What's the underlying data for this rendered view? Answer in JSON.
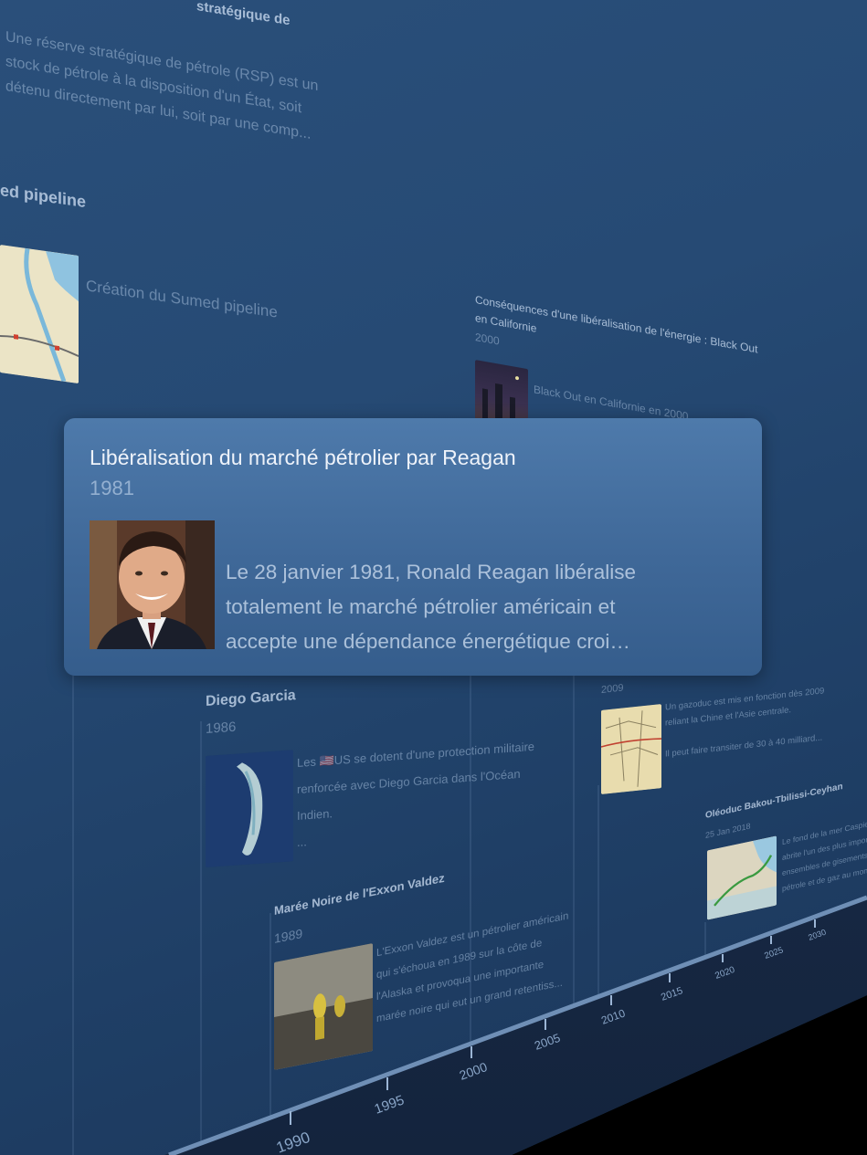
{
  "events": {
    "rsp": {
      "title": "stratégique de",
      "desc_lines": [
        "Une réserve stratégique de pétrole (RSP) est un",
        "stock de pétrole à la disposition d'un État, soit",
        "détenu directement par lui, soit par une comp..."
      ]
    },
    "sumed": {
      "title": "ed pipeline",
      "desc": "Création du Sumed pipeline"
    },
    "california": {
      "title_lines": [
        "Conséquences d'une libéralisation de l'énergie : Black Out",
        "en Californie"
      ],
      "date": "2000",
      "desc": "Black Out en Californie en 2000"
    },
    "diego": {
      "title": "Diego Garcia",
      "date": "1986",
      "desc_lines": [
        "Les 🇺🇸US se dotent d'une protection militaire",
        "renforcée avec Diego Garcia dans l'Océan",
        "Indien.",
        "..."
      ]
    },
    "exxon": {
      "title": "Marée Noire de l'Exxon Valdez",
      "date": "1989",
      "desc_lines": [
        "L'Exxon Valdez est un pétrolier américain",
        "qui s'échoua en 1989 sur la côte de",
        "l'Alaska et provoqua une importante",
        "marée noire qui eut un grand retentiss..."
      ]
    },
    "gazoduc": {
      "date": "2009",
      "desc_lines": [
        "Un gazoduc est mis en fonction dès 2009",
        "reliant la Chine et l'Asie centrale.",
        "",
        "Il peut faire transiter de 30 à 40 milliard..."
      ]
    },
    "btc": {
      "title": "Oléoduc Bakou-Tbilissi-Ceyhan",
      "date": "25 Jan 2018",
      "desc_lines": [
        "Le fond de la mer Caspienne",
        "abrite l'un des plus importants",
        "ensembles de gisements de",
        "pétrole et de gaz au monde..."
      ]
    }
  },
  "card": {
    "title": "Libéralisation du marché pétrolier par Reagan",
    "year": "1981",
    "desc_lines": [
      "Le 28 janvier 1981, Ronald Reagan libéralise",
      "totalement le marché pétrolier américain et",
      "accepte une dépendance énergétique croi…"
    ]
  },
  "axis": {
    "years": [
      "1990",
      "1995",
      "2000",
      "2005",
      "2010",
      "2015",
      "2020",
      "2025",
      "2030"
    ]
  }
}
